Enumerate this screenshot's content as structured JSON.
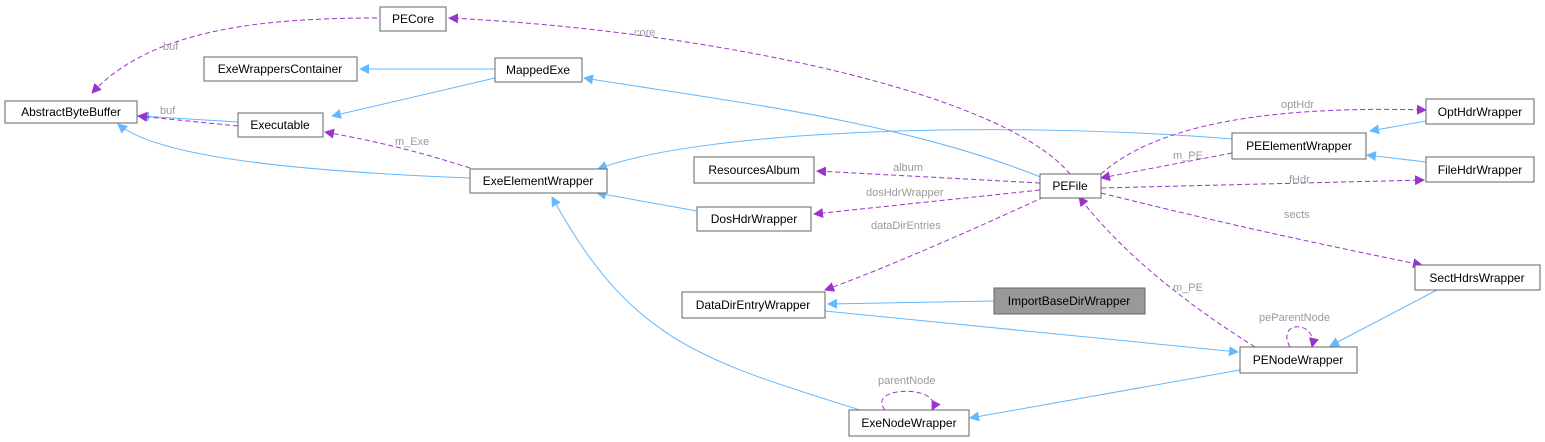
{
  "diagram": {
    "colors": {
      "inheritance": "#63b8ff",
      "usage": "#9a32cd",
      "label": "#9a9a9a",
      "highlight": "#999999"
    },
    "nodes": {
      "abstract_byte_buffer": "AbstractByteBuffer",
      "pecore": "PECore",
      "exe_wrappers_container": "ExeWrappersContainer",
      "mapped_exe": "MappedExe",
      "executable": "Executable",
      "exe_element_wrapper": "ExeElementWrapper",
      "resources_album": "ResourcesAlbum",
      "dos_hdr_wrapper": "DosHdrWrapper",
      "pefile": "PEFile",
      "data_dir_entry_wrapper": "DataDirEntryWrapper",
      "import_base_dir_wrapper": "ImportBaseDirWrapper",
      "pe_element_wrapper": "PEElementWrapper",
      "opt_hdr_wrapper": "OptHdrWrapper",
      "file_hdr_wrapper": "FileHdrWrapper",
      "sect_hdrs_wrapper": "SectHdrsWrapper",
      "pe_node_wrapper": "PENodeWrapper",
      "exe_node_wrapper": "ExeNodeWrapper"
    },
    "edge_labels": {
      "buf_pecore": "buf",
      "buf_executable": "buf",
      "core": "core",
      "m_exe": "m_Exe",
      "album": "album",
      "dos_hdr_wrapper": "dosHdrWrapper",
      "data_dir_entries": "dataDirEntries",
      "opt_hdr": "optHdr",
      "m_pe_top": "m_PE",
      "f_hdr": "fHdr",
      "sects": "sects",
      "m_pe_bottom": "m_PE",
      "pe_parent_node": "peParentNode",
      "parent_node": "parentNode"
    }
  }
}
